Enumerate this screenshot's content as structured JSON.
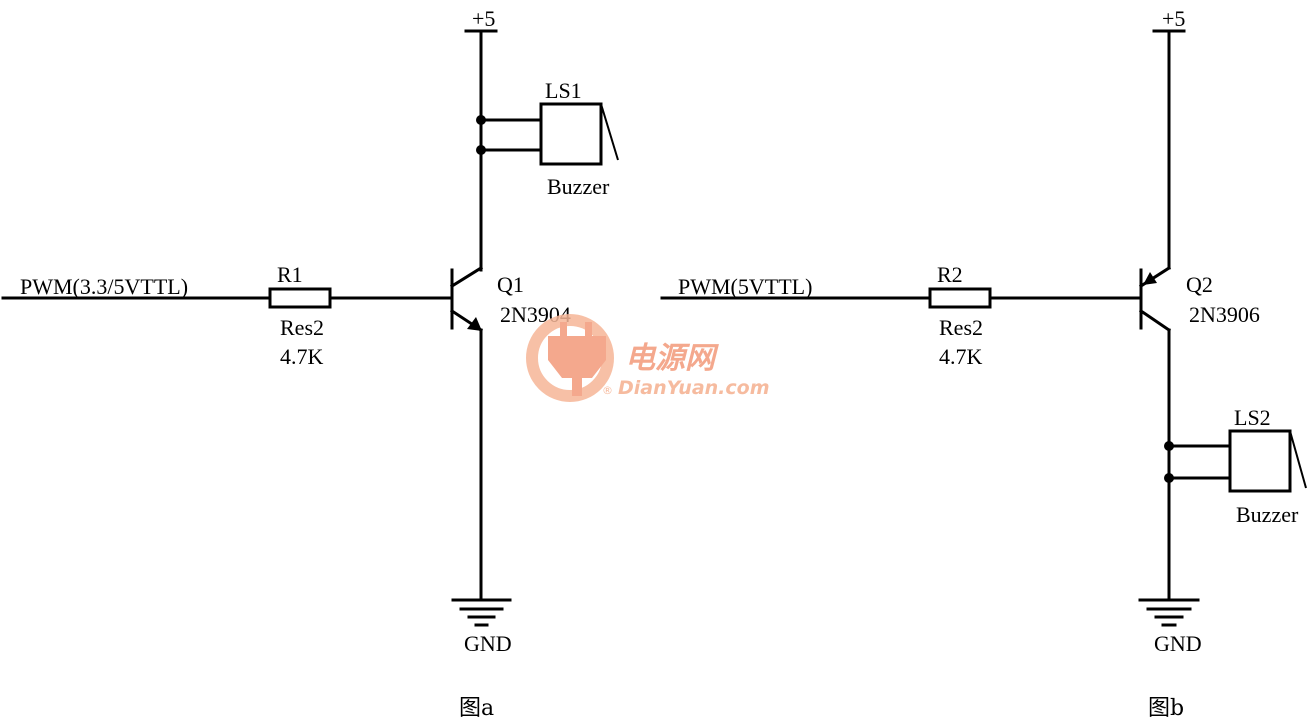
{
  "circuit_a": {
    "supply_label": "+5",
    "speaker_ref": "LS1",
    "speaker_value": "Buzzer",
    "input_label": "PWM(3.3/5VTTL)",
    "resistor_ref": "R1",
    "resistor_type": "Res2",
    "resistor_value": "4.7K",
    "transistor_ref": "Q1",
    "transistor_part": "2N3904",
    "transistor_type": "NPN",
    "ground_label": "GND",
    "caption": "图a"
  },
  "circuit_b": {
    "supply_label": "+5",
    "speaker_ref": "LS2",
    "speaker_value": "Buzzer",
    "input_label": "PWM(5VTTL)",
    "resistor_ref": "R2",
    "resistor_type": "Res2",
    "resistor_value": "4.7K",
    "transistor_ref": "Q2",
    "transistor_part": "2N3906",
    "transistor_type": "PNP",
    "ground_label": "GND",
    "caption": "图b"
  },
  "watermark": {
    "cn_text": "电源网",
    "en_text": "DianYuan.com",
    "registered_mark": "®",
    "logo_color": "#f39a7a"
  }
}
